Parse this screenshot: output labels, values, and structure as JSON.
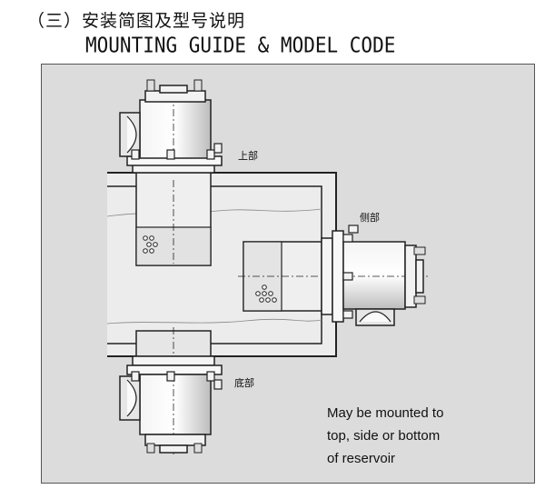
{
  "header": {
    "title_cn": "（三）安装简图及型号说明",
    "title_en": "MOUNTING GUIDE & MODEL CODE"
  },
  "diagram": {
    "labels": {
      "top": "上部",
      "side": "侧部",
      "bottom": "底部"
    },
    "note_lines": [
      "May be mounted to",
      "top, side or bottom",
      "of reservoir"
    ]
  }
}
